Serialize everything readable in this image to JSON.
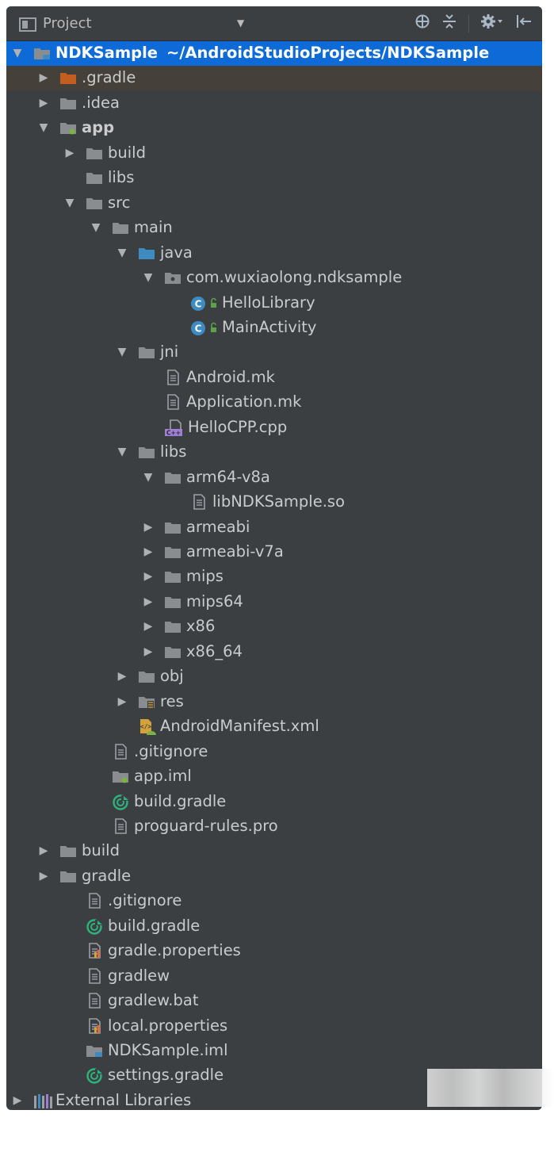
{
  "header": {
    "title": "Project",
    "icons": [
      "project-view-icon",
      "dropdown-caret-icon",
      "locate-icon",
      "collapse-all-icon",
      "settings-icon",
      "hide-panel-icon"
    ]
  },
  "colors": {
    "panel_bg": "#3c3f41",
    "selection": "#0d6ad6",
    "folder": "#8a8d90",
    "source_folder": "#3d8bc0",
    "gradle_folder": "#c25e1f",
    "text": "#c9cbcd"
  },
  "tree": [
    {
      "label": "NDKSample",
      "suffix": "~/AndroidStudioProjects/NDKSample",
      "depth": 0,
      "arrow": "open",
      "icon": "module-folder",
      "selected": true,
      "bold": true
    },
    {
      "label": ".gradle",
      "depth": 1,
      "arrow": "closed",
      "icon": "folder-orange",
      "highlight": true
    },
    {
      "label": ".idea",
      "depth": 1,
      "arrow": "closed",
      "icon": "folder"
    },
    {
      "label": "app",
      "depth": 1,
      "arrow": "open",
      "icon": "module-app-folder",
      "bold": true
    },
    {
      "label": "build",
      "depth": 2,
      "arrow": "closed",
      "icon": "folder"
    },
    {
      "label": "libs",
      "depth": 2,
      "arrow": "none",
      "icon": "folder"
    },
    {
      "label": "src",
      "depth": 2,
      "arrow": "open",
      "icon": "folder"
    },
    {
      "label": "main",
      "depth": 3,
      "arrow": "open",
      "icon": "folder"
    },
    {
      "label": "java",
      "depth": 4,
      "arrow": "open",
      "icon": "folder-blue"
    },
    {
      "label": "com.wuxiaolong.ndksample",
      "depth": 5,
      "arrow": "open",
      "icon": "package"
    },
    {
      "label": "HelloLibrary",
      "depth": 6,
      "arrow": "none",
      "icon": "class"
    },
    {
      "label": "MainActivity",
      "depth": 6,
      "arrow": "none",
      "icon": "class"
    },
    {
      "label": "jni",
      "depth": 4,
      "arrow": "open",
      "icon": "folder"
    },
    {
      "label": "Android.mk",
      "depth": 5,
      "arrow": "none",
      "icon": "file"
    },
    {
      "label": "Application.mk",
      "depth": 5,
      "arrow": "none",
      "icon": "file"
    },
    {
      "label": "HelloCPP.cpp",
      "depth": 5,
      "arrow": "none",
      "icon": "cpp-file"
    },
    {
      "label": "libs",
      "depth": 4,
      "arrow": "open",
      "icon": "folder"
    },
    {
      "label": "arm64-v8a",
      "depth": 5,
      "arrow": "open",
      "icon": "folder"
    },
    {
      "label": "libNDKSample.so",
      "depth": 6,
      "arrow": "none",
      "icon": "file"
    },
    {
      "label": "armeabi",
      "depth": 5,
      "arrow": "closed",
      "icon": "folder"
    },
    {
      "label": "armeabi-v7a",
      "depth": 5,
      "arrow": "closed",
      "icon": "folder"
    },
    {
      "label": "mips",
      "depth": 5,
      "arrow": "closed",
      "icon": "folder"
    },
    {
      "label": "mips64",
      "depth": 5,
      "arrow": "closed",
      "icon": "folder"
    },
    {
      "label": "x86",
      "depth": 5,
      "arrow": "closed",
      "icon": "folder"
    },
    {
      "label": "x86_64",
      "depth": 5,
      "arrow": "closed",
      "icon": "folder"
    },
    {
      "label": "obj",
      "depth": 4,
      "arrow": "closed",
      "icon": "folder"
    },
    {
      "label": "res",
      "depth": 4,
      "arrow": "closed",
      "icon": "res-folder"
    },
    {
      "label": "AndroidManifest.xml",
      "depth": 4,
      "arrow": "none",
      "icon": "manifest-file"
    },
    {
      "label": ".gitignore",
      "depth": 3,
      "arrow": "none",
      "icon": "file"
    },
    {
      "label": "app.iml",
      "depth": 3,
      "arrow": "none",
      "icon": "iml-app-file"
    },
    {
      "label": "build.gradle",
      "depth": 3,
      "arrow": "none",
      "icon": "gradle-file"
    },
    {
      "label": "proguard-rules.pro",
      "depth": 3,
      "arrow": "none",
      "icon": "file"
    },
    {
      "label": "build",
      "depth": 1,
      "arrow": "closed",
      "icon": "folder"
    },
    {
      "label": "gradle",
      "depth": 1,
      "arrow": "closed",
      "icon": "folder"
    },
    {
      "label": ".gitignore",
      "depth": 2,
      "arrow": "none",
      "icon": "file"
    },
    {
      "label": "build.gradle",
      "depth": 2,
      "arrow": "none",
      "icon": "gradle-file"
    },
    {
      "label": "gradle.properties",
      "depth": 2,
      "arrow": "none",
      "icon": "properties-file"
    },
    {
      "label": "gradlew",
      "depth": 2,
      "arrow": "none",
      "icon": "file"
    },
    {
      "label": "gradlew.bat",
      "depth": 2,
      "arrow": "none",
      "icon": "file"
    },
    {
      "label": "local.properties",
      "depth": 2,
      "arrow": "none",
      "icon": "properties-file"
    },
    {
      "label": "NDKSample.iml",
      "depth": 2,
      "arrow": "none",
      "icon": "iml-module-file"
    },
    {
      "label": "settings.gradle",
      "depth": 2,
      "arrow": "none",
      "icon": "gradle-file"
    },
    {
      "label": "External Libraries",
      "depth": 0,
      "arrow": "closed",
      "icon": "libraries"
    }
  ]
}
